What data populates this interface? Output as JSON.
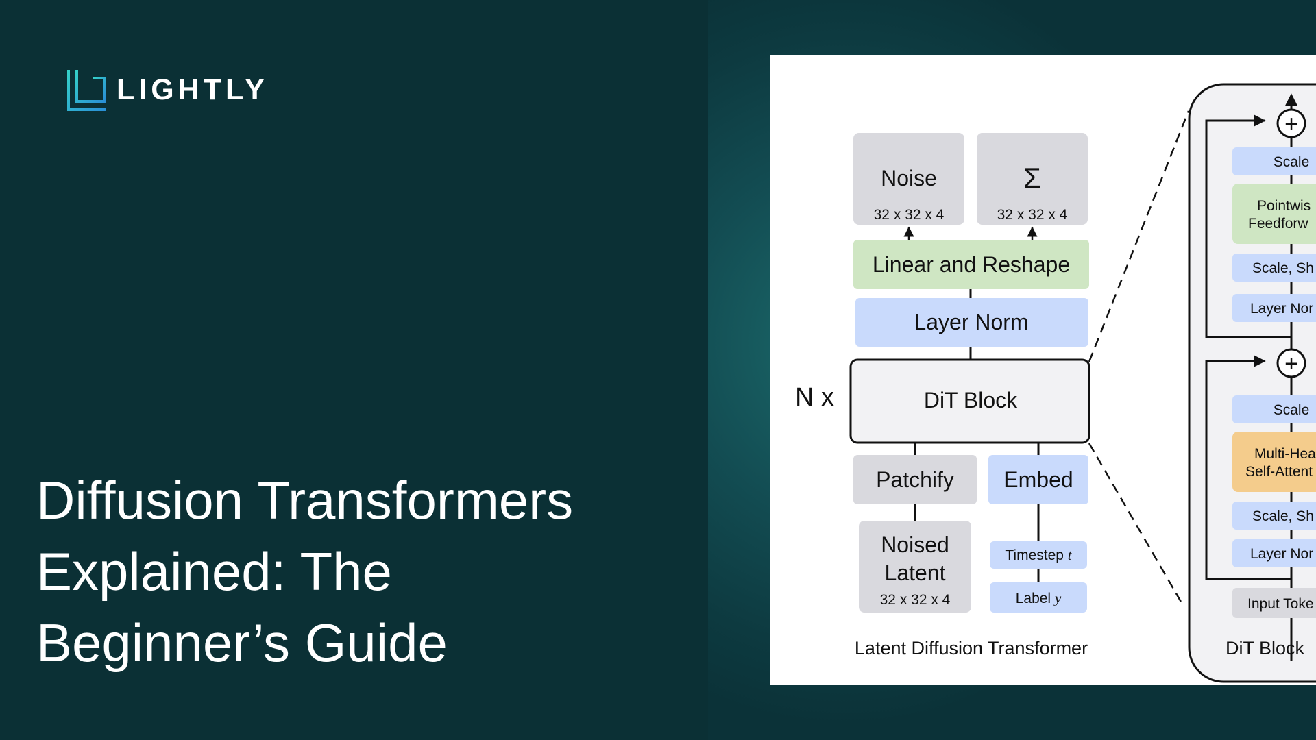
{
  "brand": {
    "name": "LIGHTLY",
    "accent_color": "#2ec4c4",
    "logo_icon": "lightly-logo-icon"
  },
  "headline": {
    "line1": "Diffusion Transformers",
    "line2": "Explained: The",
    "line3": "Beginner’s Guide"
  },
  "diagram": {
    "left": {
      "noise_title": "Noise",
      "noise_dims": "32 x 32 x 4",
      "sigma_title": "Σ",
      "sigma_dims": "32 x 32 x 4",
      "linear_reshape": "Linear and Reshape",
      "layer_norm": "Layer Norm",
      "repeat_label": "N x",
      "dit_block": "DiT Block",
      "patchify": "Patchify",
      "embed": "Embed",
      "noised_latent_line1": "Noised",
      "noised_latent_line2": "Latent",
      "noised_latent_dims": "32 x 32 x 4",
      "timestep": "Timestep",
      "timestep_var": "t",
      "label": "Label",
      "label_var": "y",
      "caption": "Latent Diffusion Transformer"
    },
    "right": {
      "scale_top": "Scale",
      "pointwise_line1": "Pointwis",
      "pointwise_line2": "Feedforw",
      "scale_shift_top": "Scale, Sh",
      "layer_norm_top": "Layer Nor",
      "scale_bottom": "Scale",
      "mhsa_line1": "Multi-Hea",
      "mhsa_line2": "Self-Attent",
      "scale_shift_bottom": "Scale, Sh",
      "layer_norm_bottom": "Layer Nor",
      "input_tokens": "Input Toke",
      "plus_symbol": "+",
      "caption": "DiT Block"
    },
    "colors": {
      "gray_box": "#d9d9de",
      "green_box": "#cfe6c3",
      "blue_box": "#c9dafc",
      "orange_box": "#f4cc8c",
      "block_bg": "#f2f2f4"
    }
  }
}
